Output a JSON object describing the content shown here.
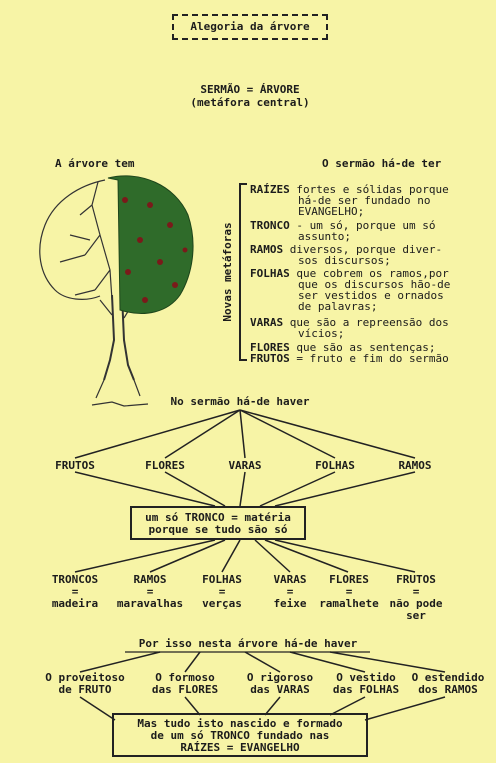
{
  "title": "Alegoria da árvore",
  "central": {
    "line1": "SERMÃO = ÁRVORE",
    "line2": "(metáfora central)"
  },
  "tree_label": "A árvore tem",
  "sermon_label": "O sermão há-de ter",
  "vertical_label": "Novas metáforas",
  "metaphors": [
    {
      "term": "RAÍZES",
      "text": [
        "fortes e sólidas porque",
        "há-de ser fundado no",
        "EVANGELHO;"
      ]
    },
    {
      "term": "TRONCO",
      "text": [
        "- um só, porque um só",
        "assunto;"
      ]
    },
    {
      "term": "RAMOS",
      "text": [
        "diversos, porque diver-",
        "sos discursos;"
      ]
    },
    {
      "term": "FOLHAS",
      "text": [
        "que cobrem os ramos,por",
        "que os discursos hão-de",
        "ser vestidos e ornados",
        "de palavras;"
      ]
    },
    {
      "term": "VARAS",
      "text": [
        "que são a repreensão dos",
        "vícios;"
      ]
    },
    {
      "term": "FLORES",
      "text": [
        "que são as sentenças;"
      ]
    },
    {
      "term": "FRUTOS",
      "text": [
        "= fruto e fim do sermão"
      ]
    }
  ],
  "haver_label": "No sermão há-de haver",
  "level1": [
    "FRUTOS",
    "FLORES",
    "VARAS",
    "FOLHAS",
    "RAMOS"
  ],
  "middle_box": [
    "um só TRONCO = matéria",
    "porque se tudo são só"
  ],
  "level2": [
    {
      "term": "TRONCOS",
      "eq": "=",
      "value": "madeira"
    },
    {
      "term": "RAMOS",
      "eq": "=",
      "value": "maravalhas"
    },
    {
      "term": "FOLHAS",
      "eq": "=",
      "value": "verças"
    },
    {
      "term": "VARAS",
      "eq": "=",
      "value": "feixe"
    },
    {
      "term": "FLORES",
      "eq": "=",
      "value": "ramalhete"
    },
    {
      "term": "FRUTOS",
      "eq": "=",
      "value": "não pode",
      "value2": "ser"
    }
  ],
  "por_isso": "Por isso nesta árvore há-de haver",
  "level3": [
    [
      "O proveitoso",
      "de FRUTO"
    ],
    [
      "O formoso",
      "das FLORES"
    ],
    [
      "O rigoroso",
      "das VARAS"
    ],
    [
      "O vestido",
      "das FOLHAS"
    ],
    [
      "O estendido",
      "dos RAMOS"
    ]
  ],
  "bottom_box": [
    "Mas tudo isto nascido e formado",
    "de um só TRONCO fundado nas",
    "RAÍZES = EVANGELHO"
  ]
}
